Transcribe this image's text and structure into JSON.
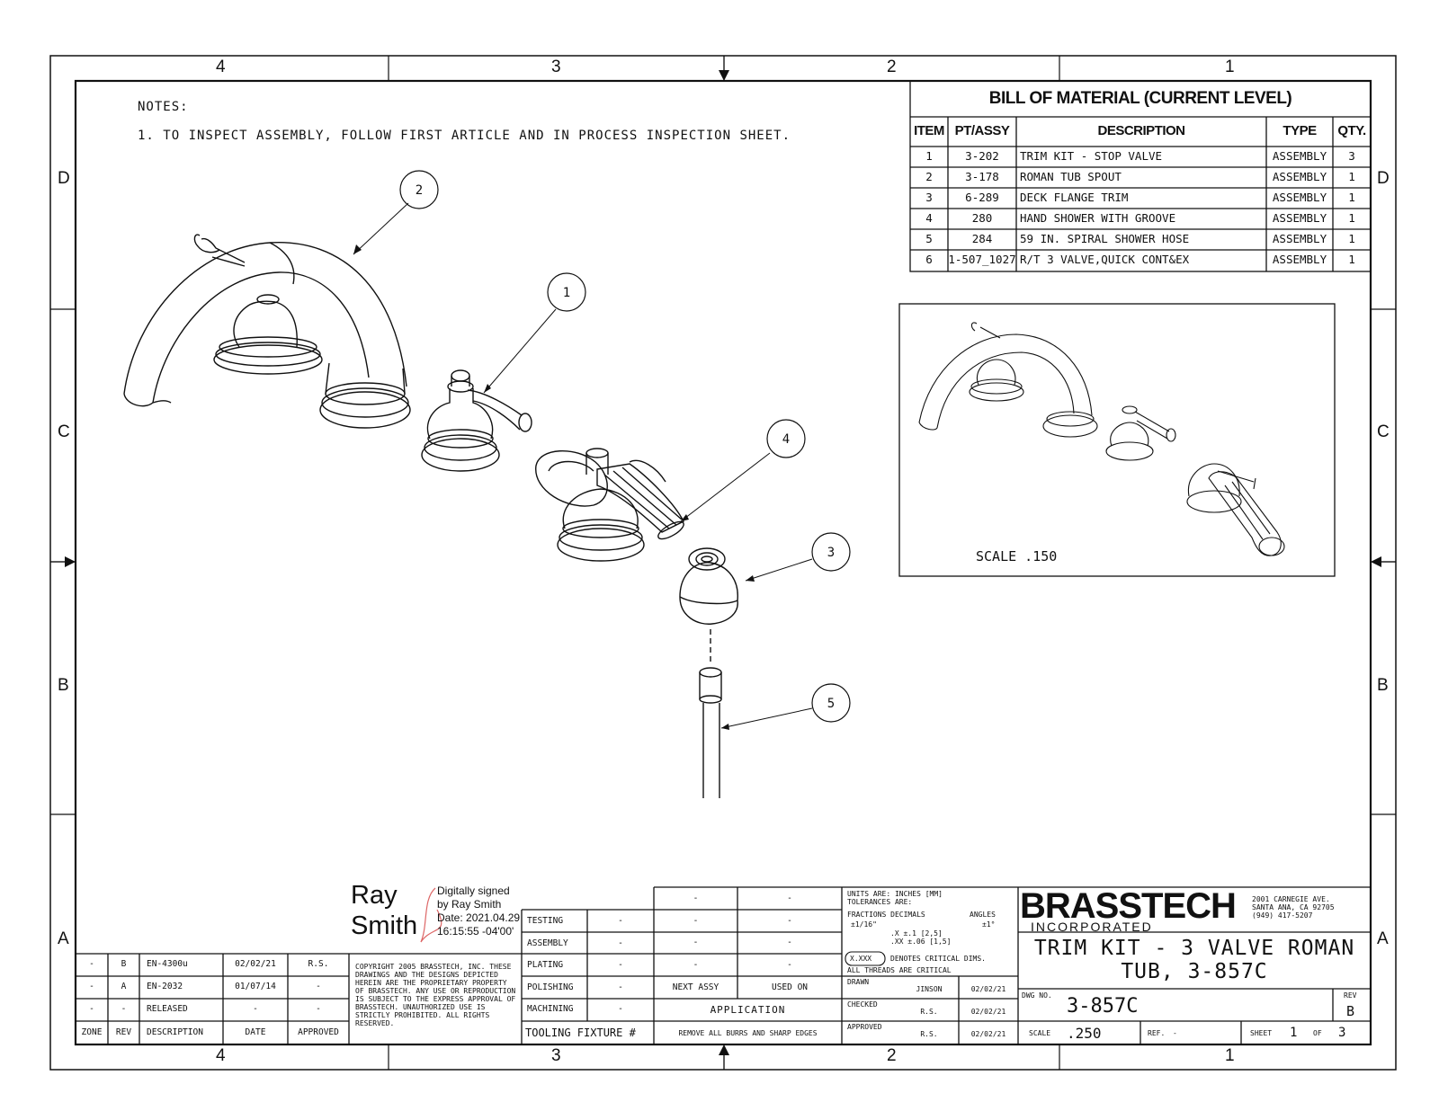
{
  "zones": {
    "top": [
      "4",
      "3",
      "2",
      "1"
    ],
    "bottom": [
      "4",
      "3",
      "2",
      "1"
    ],
    "left": [
      "D",
      "C",
      "B",
      "A"
    ],
    "right": [
      "D",
      "C",
      "B",
      "A"
    ]
  },
  "notes": {
    "title": "NOTES:",
    "items": [
      "1.  TO INSPECT ASSEMBLY, FOLLOW FIRST ARTICLE AND IN PROCESS INSPECTION SHEET."
    ]
  },
  "bom": {
    "title": "BILL OF MATERIAL (CURRENT LEVEL)",
    "headers": [
      "ITEM",
      "PT/ASSY",
      "DESCRIPTION",
      "TYPE",
      "QTY."
    ],
    "rows": [
      [
        "1",
        "3-202",
        "TRIM KIT - STOP VALVE",
        "ASSEMBLY",
        "3"
      ],
      [
        "2",
        "3-178",
        "ROMAN TUB SPOUT",
        "ASSEMBLY",
        "1"
      ],
      [
        "3",
        "6-289",
        "DECK FLANGE TRIM",
        "ASSEMBLY",
        "1"
      ],
      [
        "4",
        "280",
        "HAND SHOWER WITH GROOVE",
        "ASSEMBLY",
        "1"
      ],
      [
        "5",
        "284",
        "59 IN. SPIRAL SHOWER HOSE",
        "ASSEMBLY",
        "1"
      ],
      [
        "6",
        "1-507_1027",
        "R/T 3 VALVE,QUICK CONT&EX",
        "ASSEMBLY",
        "1"
      ]
    ]
  },
  "balloons": [
    "2",
    "1",
    "4",
    "3",
    "5"
  ],
  "inset": {
    "scale_label": "SCALE  .150"
  },
  "signature": {
    "name_line1": "Ray",
    "name_line2": "Smith",
    "detail": [
      "Digitally signed",
      "by Ray Smith",
      "Date: 2021.04.29",
      "16:15:55 -04'00'"
    ]
  },
  "revisions": {
    "headers": [
      "ZONE",
      "REV",
      "DESCRIPTION",
      "DATE",
      "APPROVED"
    ],
    "rows": [
      [
        "-",
        "B",
        "EN-4300u",
        "02/02/21",
        "R.S."
      ],
      [
        "-",
        "A",
        "EN-2032",
        "01/07/14",
        "-"
      ],
      [
        "-",
        "-",
        "RELEASED",
        "-",
        "-"
      ]
    ]
  },
  "copyright": "COPYRIGHT 2005 BRASSTECH, INC. THESE DRAWINGS AND THE DESIGNS DEPICTED HEREIN ARE THE PROPRIETARY PROPERTY OF BRASSTECH. ANY USE OR REPRODUCTION IS SUBJECT TO THE EXPRESS APPROVAL OF BRASSTECH. UNAUTHORIZED USE IS STRICTLY PROHIBITED. ALL RIGHTS RESERVED.",
  "process": {
    "rows": [
      [
        "TESTING",
        "-"
      ],
      [
        "ASSEMBLY",
        "-"
      ],
      [
        "PLATING",
        "-"
      ],
      [
        "POLISHING",
        "-"
      ],
      [
        "MACHINING",
        "-"
      ]
    ],
    "footer": "TOOLING FIXTURE #"
  },
  "application": {
    "rows": [
      [
        "-",
        "-"
      ],
      [
        "-",
        "-"
      ],
      [
        "-",
        "-"
      ],
      [
        "-",
        "-"
      ]
    ],
    "next_assy": "NEXT ASSY",
    "used_on": "USED ON",
    "title": "APPLICATION",
    "footer": "REMOVE ALL BURRS AND SHARP EDGES"
  },
  "tolerances": {
    "units": "UNITS ARE: INCHES  [MM]",
    "label": "TOLERANCES ARE:",
    "fractions": "FRACTIONS DECIMALS",
    "angles": "ANGLES",
    "frac_val": "±1/16\"",
    "dec1": ".X ±.1  [2,5]",
    "dec2": ".XX ±.06  [1,5]",
    "ang_val": "±1°",
    "critical_box": "X.XXX",
    "critical_text": "DENOTES CRITICAL DIMS.",
    "threads": "ALL THREADS ARE CRITICAL"
  },
  "signoff": [
    {
      "label": "DRAWN",
      "name": "JINSON",
      "date": "02/02/21"
    },
    {
      "label": "CHECKED",
      "name": "R.S.",
      "date": "02/02/21"
    },
    {
      "label": "APPROVED",
      "name": "R.S.",
      "date": "02/02/21"
    }
  ],
  "company": {
    "name": "BRASSTECH",
    "sub": "INCORPORATED",
    "address": [
      "2001 CARNEGIE AVE.",
      "SANTA ANA, CA 92705",
      "(949) 417-5207"
    ]
  },
  "title_block": {
    "title_line1": "TRIM KIT - 3 VALVE ROMAN",
    "title_line2": "TUB, 3-857C",
    "dwg_label": "DWG NO.",
    "dwg_no": "3-857C",
    "rev_label": "REV",
    "rev": "B",
    "scale_label": "SCALE",
    "scale": ".250",
    "ref_label": "REF.",
    "ref": "-",
    "sheet_label": "SHEET",
    "sheet": "1",
    "of_label": "OF",
    "of": "3"
  }
}
